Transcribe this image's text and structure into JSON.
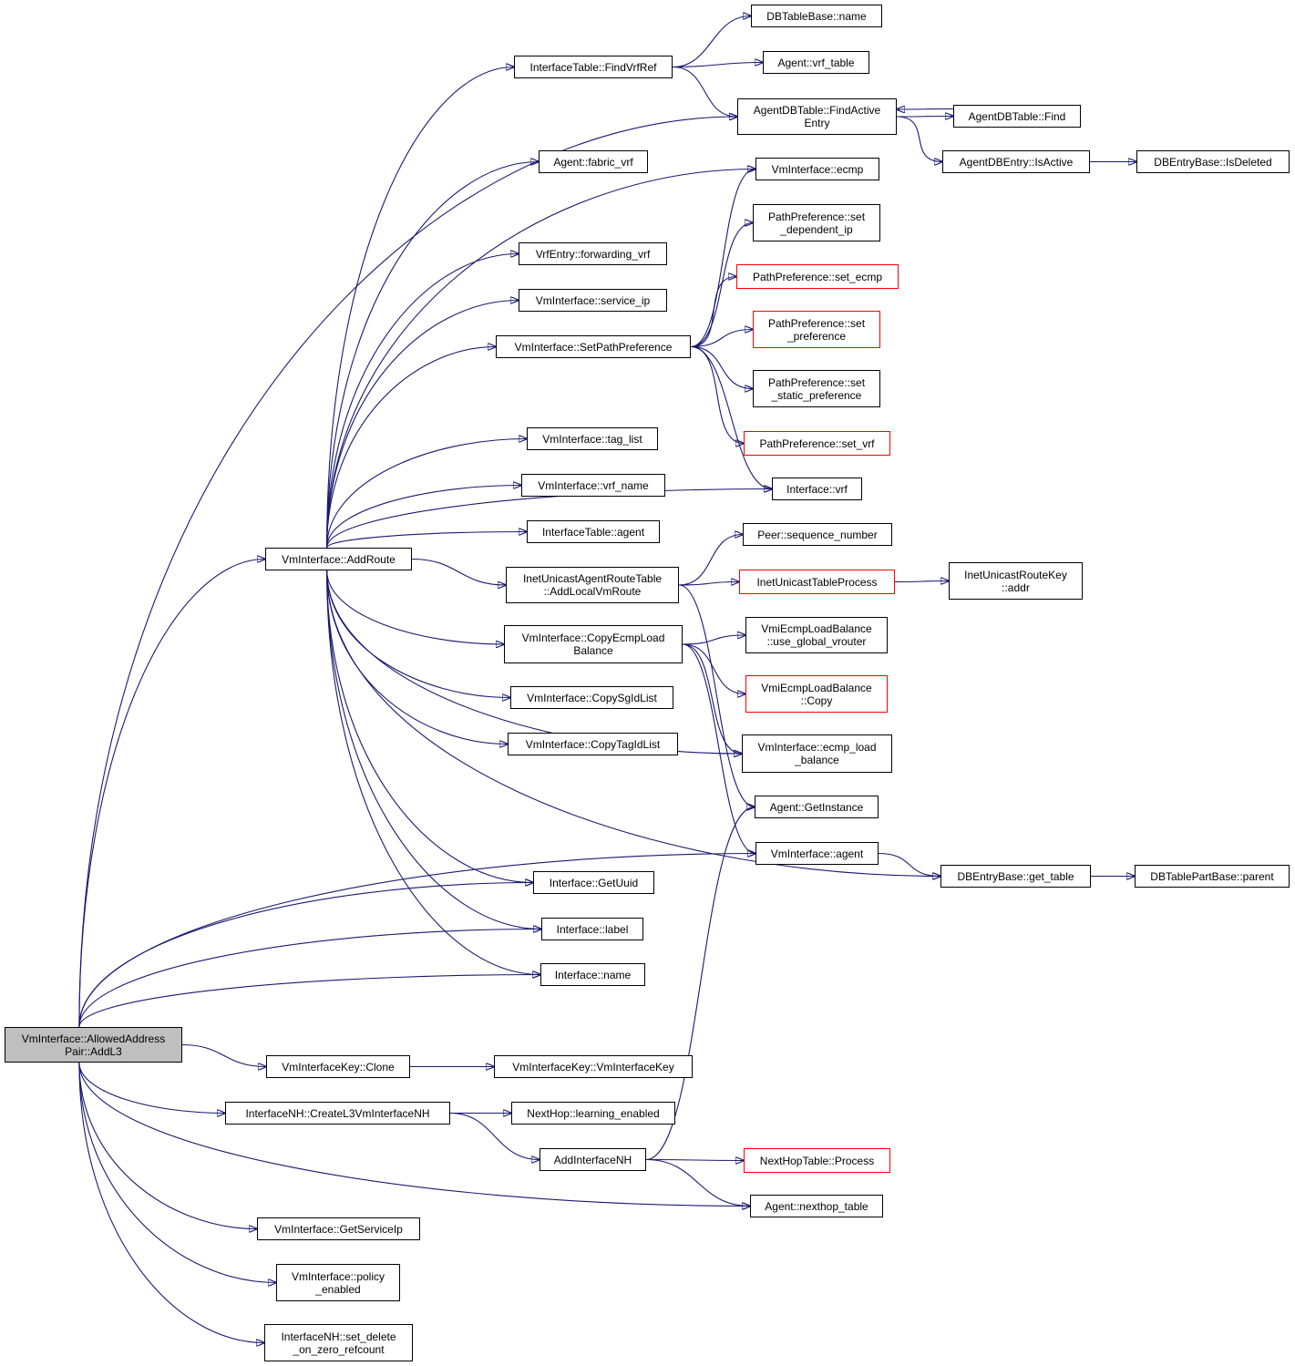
{
  "diagram": {
    "nodes": [
      {
        "id": "root",
        "lines": [
          "VmInterface::AllowedAddress",
          "Pair::AddL3"
        ],
        "style": "root"
      },
      {
        "id": "addroute",
        "lines": [
          "VmInterface::AddRoute"
        ],
        "style": "normal"
      },
      {
        "id": "findvrfref",
        "lines": [
          "InterfaceTable::FindVrfRef"
        ],
        "style": "normal"
      },
      {
        "id": "dbtablebase_name",
        "lines": [
          "DBTableBase::name"
        ],
        "style": "normal"
      },
      {
        "id": "agent_vrf_table",
        "lines": [
          "Agent::vrf_table"
        ],
        "style": "normal"
      },
      {
        "id": "findactive",
        "lines": [
          "AgentDBTable::FindActive",
          "Entry"
        ],
        "style": "normal"
      },
      {
        "id": "agentdbtable_find",
        "lines": [
          "AgentDBTable::Find"
        ],
        "style": "normal"
      },
      {
        "id": "isactive",
        "lines": [
          "AgentDBEntry::IsActive"
        ],
        "style": "normal"
      },
      {
        "id": "isdeleted",
        "lines": [
          "DBEntryBase::IsDeleted"
        ],
        "style": "normal"
      },
      {
        "id": "fabric_vrf",
        "lines": [
          "Agent::fabric_vrf"
        ],
        "style": "normal"
      },
      {
        "id": "vmi_ecmp",
        "lines": [
          "VmInterface::ecmp"
        ],
        "style": "normal"
      },
      {
        "id": "pp_dep_ip",
        "lines": [
          "PathPreference::set",
          "_dependent_ip"
        ],
        "style": "normal"
      },
      {
        "id": "fwd_vrf",
        "lines": [
          "VrfEntry::forwarding_vrf"
        ],
        "style": "normal"
      },
      {
        "id": "pp_set_ecmp",
        "lines": [
          "PathPreference::set_ecmp"
        ],
        "style": "red"
      },
      {
        "id": "service_ip",
        "lines": [
          "VmInterface::service_ip"
        ],
        "style": "normal"
      },
      {
        "id": "pp_set_pref",
        "lines": [
          "PathPreference::set",
          "_preference"
        ],
        "style": "red"
      },
      {
        "id": "setpathpref",
        "lines": [
          "VmInterface::SetPathPreference"
        ],
        "style": "normal"
      },
      {
        "id": "pp_static",
        "lines": [
          "PathPreference::set",
          "_static_preference"
        ],
        "style": "normal"
      },
      {
        "id": "tag_list",
        "lines": [
          "VmInterface::tag_list"
        ],
        "style": "normal"
      },
      {
        "id": "pp_set_vrf",
        "lines": [
          "PathPreference::set_vrf"
        ],
        "style": "red"
      },
      {
        "id": "vrf_name",
        "lines": [
          "VmInterface::vrf_name"
        ],
        "style": "normal"
      },
      {
        "id": "iface_vrf",
        "lines": [
          "Interface::vrf"
        ],
        "style": "normal"
      },
      {
        "id": "itable_agent",
        "lines": [
          "InterfaceTable::agent"
        ],
        "style": "normal"
      },
      {
        "id": "seqno",
        "lines": [
          "Peer::sequence_number"
        ],
        "style": "normal"
      },
      {
        "id": "addlocalvm",
        "lines": [
          "InetUnicastAgentRouteTable",
          "::AddLocalVmRoute"
        ],
        "style": "normal"
      },
      {
        "id": "inet_process",
        "lines": [
          "InetUnicastTableProcess"
        ],
        "style": "red"
      },
      {
        "id": "inet_addr",
        "lines": [
          "InetUnicastRouteKey",
          "::addr"
        ],
        "style": "normal"
      },
      {
        "id": "copyecmp",
        "lines": [
          "VmInterface::CopyEcmpLoad",
          "Balance"
        ],
        "style": "normal"
      },
      {
        "id": "use_global",
        "lines": [
          "VmiEcmpLoadBalance",
          "::use_global_vrouter"
        ],
        "style": "normal"
      },
      {
        "id": "vmi_lb_copy",
        "lines": [
          "VmiEcmpLoadBalance",
          "::Copy"
        ],
        "style": "red"
      },
      {
        "id": "copysgid",
        "lines": [
          "VmInterface::CopySgIdList"
        ],
        "style": "normal"
      },
      {
        "id": "ecmp_lb",
        "lines": [
          "VmInterface::ecmp_load",
          "_balance"
        ],
        "style": "normal"
      },
      {
        "id": "copytagid",
        "lines": [
          "VmInterface::CopyTagIdList"
        ],
        "style": "normal"
      },
      {
        "id": "getinstance",
        "lines": [
          "Agent::GetInstance"
        ],
        "style": "normal"
      },
      {
        "id": "vmi_agent",
        "lines": [
          "VmInterface::agent"
        ],
        "style": "normal"
      },
      {
        "id": "get_table",
        "lines": [
          "DBEntryBase::get_table"
        ],
        "style": "normal"
      },
      {
        "id": "parent",
        "lines": [
          "DBTablePartBase::parent"
        ],
        "style": "normal"
      },
      {
        "id": "getuuid",
        "lines": [
          "Interface::GetUuid"
        ],
        "style": "normal"
      },
      {
        "id": "iface_label",
        "lines": [
          "Interface::label"
        ],
        "style": "normal"
      },
      {
        "id": "iface_name",
        "lines": [
          "Interface::name"
        ],
        "style": "normal"
      },
      {
        "id": "keyclone",
        "lines": [
          "VmInterfaceKey::Clone"
        ],
        "style": "normal"
      },
      {
        "id": "keyctor",
        "lines": [
          "VmInterfaceKey::VmInterfaceKey"
        ],
        "style": "normal"
      },
      {
        "id": "createl3",
        "lines": [
          "InterfaceNH::CreateL3VmInterfaceNH"
        ],
        "style": "normal"
      },
      {
        "id": "learning",
        "lines": [
          "NextHop::learning_enabled"
        ],
        "style": "normal"
      },
      {
        "id": "addinterfacenh",
        "lines": [
          "AddInterfaceNH"
        ],
        "style": "normal"
      },
      {
        "id": "nh_process",
        "lines": [
          "NextHopTable::Process"
        ],
        "style": "red"
      },
      {
        "id": "nexthop_table",
        "lines": [
          "Agent::nexthop_table"
        ],
        "style": "normal"
      },
      {
        "id": "getserviceip",
        "lines": [
          "VmInterface::GetServiceIp"
        ],
        "style": "normal"
      },
      {
        "id": "policy_enabled",
        "lines": [
          "VmInterface::policy",
          "_enabled"
        ],
        "style": "normal"
      },
      {
        "id": "set_delete",
        "lines": [
          "InterfaceNH::set_delete",
          "_on_zero_refcount"
        ],
        "style": "normal"
      }
    ],
    "edges": [
      [
        "root",
        "addroute"
      ],
      [
        "root",
        "findactive"
      ],
      [
        "root",
        "getuuid"
      ],
      [
        "root",
        "iface_label"
      ],
      [
        "root",
        "iface_name"
      ],
      [
        "root",
        "vmi_agent"
      ],
      [
        "root",
        "keyclone"
      ],
      [
        "root",
        "createl3"
      ],
      [
        "root",
        "nexthop_table"
      ],
      [
        "root",
        "getserviceip"
      ],
      [
        "root",
        "policy_enabled"
      ],
      [
        "root",
        "set_delete"
      ],
      [
        "addroute",
        "findvrfref"
      ],
      [
        "addroute",
        "fabric_vrf"
      ],
      [
        "addroute",
        "vmi_ecmp"
      ],
      [
        "addroute",
        "fwd_vrf"
      ],
      [
        "addroute",
        "service_ip"
      ],
      [
        "addroute",
        "setpathpref"
      ],
      [
        "addroute",
        "iface_vrf"
      ],
      [
        "addroute",
        "tag_list"
      ],
      [
        "addroute",
        "vrf_name"
      ],
      [
        "addroute",
        "itable_agent"
      ],
      [
        "addroute",
        "addlocalvm"
      ],
      [
        "addroute",
        "copyecmp"
      ],
      [
        "addroute",
        "copysgid"
      ],
      [
        "addroute",
        "copytagid"
      ],
      [
        "addroute",
        "ecmp_lb"
      ],
      [
        "addroute",
        "get_table"
      ],
      [
        "addroute",
        "getuuid"
      ],
      [
        "addroute",
        "iface_label"
      ],
      [
        "addroute",
        "iface_name"
      ],
      [
        "findvrfref",
        "dbtablebase_name"
      ],
      [
        "findvrfref",
        "agent_vrf_table"
      ],
      [
        "findvrfref",
        "findactive"
      ],
      [
        "findactive",
        "agentdbtable_find"
      ],
      [
        "agentdbtable_find",
        "findactive"
      ],
      [
        "findactive",
        "isactive"
      ],
      [
        "isactive",
        "isdeleted"
      ],
      [
        "setpathpref",
        "vmi_ecmp"
      ],
      [
        "setpathpref",
        "pp_dep_ip"
      ],
      [
        "setpathpref",
        "pp_set_ecmp"
      ],
      [
        "setpathpref",
        "pp_set_pref"
      ],
      [
        "setpathpref",
        "pp_static"
      ],
      [
        "setpathpref",
        "pp_set_vrf"
      ],
      [
        "setpathpref",
        "iface_vrf"
      ],
      [
        "addlocalvm",
        "seqno"
      ],
      [
        "addlocalvm",
        "inet_process"
      ],
      [
        "addlocalvm",
        "getinstance"
      ],
      [
        "inet_process",
        "inet_addr"
      ],
      [
        "copyecmp",
        "use_global"
      ],
      [
        "copyecmp",
        "vmi_lb_copy"
      ],
      [
        "copyecmp",
        "ecmp_lb"
      ],
      [
        "copyecmp",
        "vmi_agent"
      ],
      [
        "vmi_agent",
        "get_table"
      ],
      [
        "get_table",
        "parent"
      ],
      [
        "keyclone",
        "keyctor"
      ],
      [
        "createl3",
        "learning"
      ],
      [
        "createl3",
        "addinterfacenh"
      ],
      [
        "addinterfacenh",
        "nh_process"
      ],
      [
        "addinterfacenh",
        "nexthop_table"
      ],
      [
        "addinterfacenh",
        "getinstance"
      ]
    ],
    "colors": {
      "edge": "#191970",
      "node_border": "#000000",
      "highlight_border": "#ff0000",
      "root_fill": "#bfbfbf"
    }
  }
}
